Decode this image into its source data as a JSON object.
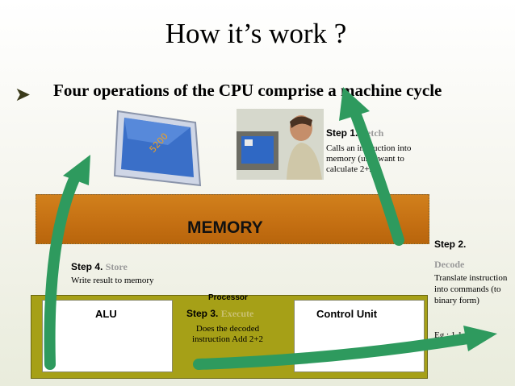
{
  "title": "How it’s work ?",
  "subtitle": "Four operations of the CPU comprise a machine cycle",
  "monitor_text": "5200",
  "memory_label": "MEMORY",
  "processor_label": "Processor",
  "alu_label": "ALU",
  "control_unit_label": "Control Unit",
  "steps": {
    "step1": {
      "label": "Step 1.",
      "name": "Fetch",
      "desc": "Calls an instruction into memory (user want to calculate 2+2)"
    },
    "step2": {
      "label": "Step 2.",
      "name": "Decode",
      "desc": "Translate instruction into commands (to binary form)",
      "example": "Eg : 1 1"
    },
    "step3": {
      "label": "Step 3.",
      "name": "Execute",
      "desc": "Does the decoded instruction Add 2+2"
    },
    "step4": {
      "label": "Step 4.",
      "name": "Store",
      "desc": "Write result to memory"
    }
  },
  "colors": {
    "memory": "#c46f12",
    "processor": "#a6a017",
    "arrow": "#2e9a5e",
    "step_name": "#9a9a9a"
  },
  "icons": [
    "bullet-arrow-icon",
    "monitor-icon",
    "person-photo"
  ]
}
